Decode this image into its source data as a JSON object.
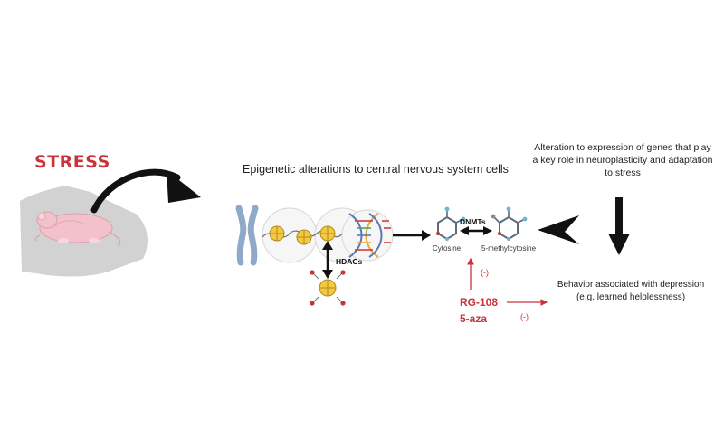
{
  "labels": {
    "stress": "STRESS",
    "epigenetic_title": "Epigenetic alterations to central nervous system cells",
    "gene_expression": "Alteration to expression of genes that play a key role in neuroplasticity and adaptation to stress",
    "hdacs": "HDACs",
    "dnmts": "DNMTs",
    "cytosine": "Cytosine",
    "methylcytosine": "5-methylcytosine",
    "inhibit_1": "(-)",
    "inhibit_2": "(-)",
    "drug_1": "RG-108",
    "drug_2": "5-aza",
    "behavior": "Behavior associated with depression (e.g. learned helplessness)"
  },
  "colors": {
    "stress_red": "#c8343a",
    "inhibitor_red": "#c8343a",
    "arrow_black": "#111111",
    "cage_gray": "#d2d2d2",
    "rat_pink": "#f2c1cc",
    "chromosome_blue": "#8fa9c9",
    "histone_yellow": "#f5c842"
  }
}
